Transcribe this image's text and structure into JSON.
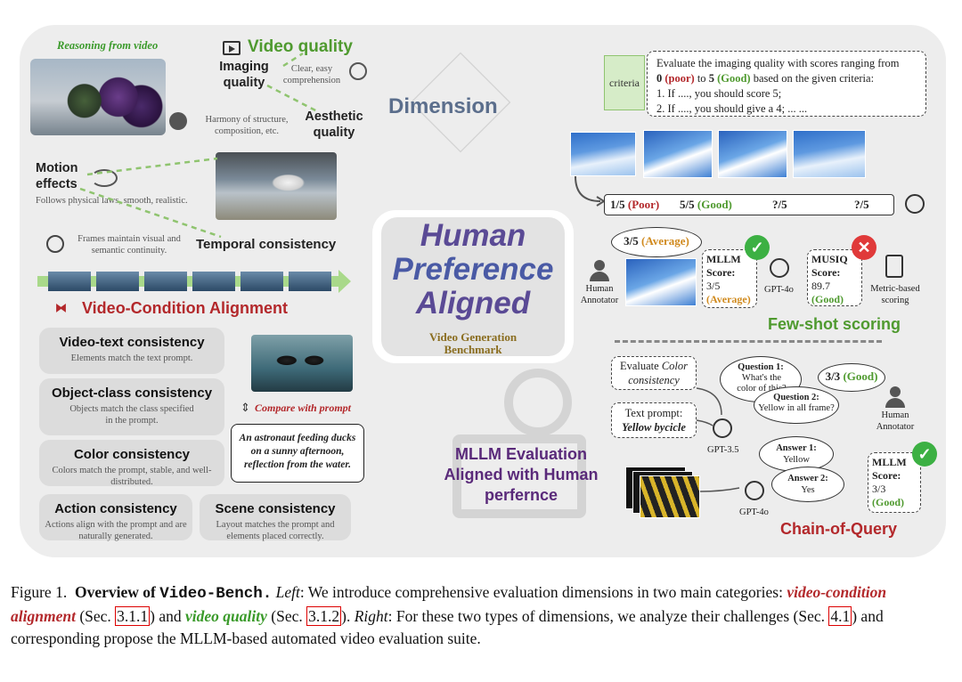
{
  "left": {
    "reasoning_label": "Reasoning from video",
    "video_quality_title": "Video quality",
    "imaging_quality": "Imaging quality",
    "imaging_desc": "Clear, easy comprehension",
    "aesthetic_quality": "Aesthetic quality",
    "aesthetic_desc": "Harmony of structure, composition, etc.",
    "motion_effects": "Motion effects",
    "motion_desc": "Follows physical laws, smooth, realistic.",
    "temporal_desc": "Frames maintain visual and semantic continuity.",
    "temporal_title": "Temporal consistency",
    "vca_title": "Video-Condition Alignment",
    "compare_label": "Compare with prompt",
    "prompt_text": "An astronaut feeding ducks on a sunny afternoon, reflection from the water.",
    "dims": [
      {
        "title": "Video-text consistency",
        "desc": "Elements match the text prompt."
      },
      {
        "title": "Object-class consistency",
        "desc": "Objects match the class specified in the prompt."
      },
      {
        "title": "Color consistency",
        "desc": "Colors match the prompt, stable, and well-distributed."
      },
      {
        "title": "Action consistency",
        "desc": "Actions align with the prompt and are naturally generated."
      },
      {
        "title": "Scene consistency",
        "desc": "Layout matches the prompt and elements placed correctly."
      }
    ]
  },
  "center": {
    "dimension": "Dimension",
    "hpa_line1": "Human",
    "hpa_line2": "Preference",
    "hpa_line3": "Aligned",
    "bench_line1": "Video Generation",
    "bench_line2": "Benchmark",
    "mllm_line1": "MLLM Evaluation",
    "mllm_line2": "Aligned with Human",
    "mllm_line3": "perfernce"
  },
  "right": {
    "criteria_label": "criteria",
    "criteria_line1": "Evaluate the imaging quality with scores ranging from",
    "criteria_zero": "0",
    "criteria_poor": "(poor)",
    "criteria_to": "to",
    "criteria_five": "5",
    "criteria_good": "(Good)",
    "criteria_rest": "based on the given criteria:",
    "criteria_line3": "1. If ...., you should score 5;",
    "criteria_line4": "2. If ...., you should give a 4; ... ...",
    "score1": "1/5",
    "score1_label": "(Poor)",
    "score2": "5/5",
    "score2_label": "(Good)",
    "score3": "?/5",
    "score4": "?/5",
    "human_score": "3/5",
    "human_score_label": "(Average)",
    "human_annotator": "Human Annotator",
    "mllm_title": "MLLM",
    "mllm_score_label": "Score:",
    "mllm_score": "3/5",
    "mllm_score_word": "(Average)",
    "gpt4o": "GPT-4o",
    "musiq_title": "MUSIQ",
    "musiq_score_label": "Score:",
    "musiq_score": "89.7",
    "musiq_word": "(Good)",
    "metric_label": "Metric-based scoring",
    "few_shot": "Few-shot scoring",
    "eval_color_1": "Evaluate",
    "eval_color_2": "Color",
    "eval_color_3": "consistency",
    "text_prompt_1": "Text prompt:",
    "text_prompt_2": "Yellow bycicle",
    "gpt35": "GPT-3.5",
    "q1_title": "Question 1:",
    "q1_text": "What's the color of this?",
    "q2_title": "Question 2:",
    "q2_text": "Yellow in all frame?",
    "human_score2": "3/3",
    "human_score2_label": "(Good)",
    "human_annotator2": "Human Annotator",
    "a1_title": "Answer 1:",
    "a1_text": "Yellow",
    "a2_title": "Answer 2:",
    "a2_text": "Yes",
    "gpt4o_2": "GPT-4o",
    "mllm2_title": "MLLM",
    "mllm2_score_label": "Score:",
    "mllm2_score": "3/3",
    "mllm2_word": "(Good)",
    "chain_of_query": "Chain-of-Query"
  },
  "caption": {
    "figure_label": "Figure 1.",
    "overview": "Overview of",
    "bench_name": "Video-Bench.",
    "left_word": "Left",
    "text1": ": We introduce comprehensive evaluation dimensions in two main categories:",
    "vca": "video-condition alignment",
    "sec_open1": "(Sec.",
    "ref1": "3.1.1",
    "and": ") and",
    "vq": "video quality",
    "sec_open2": "(Sec.",
    "ref2": "3.1.2",
    "close2": ").",
    "right_word": "Right",
    "text2": ": For these two types of dimensions, we analyze their challenges (Sec.",
    "ref3": "4.1",
    "text3": ") and corresponding propose the MLLM-based automated video evaluation suite."
  },
  "colors": {
    "green": "#4f9a2f",
    "red": "#b3282b",
    "purple": "#5a2a7a",
    "blue_gray": "#5b6e8c",
    "olive": "#8a6d1f"
  }
}
